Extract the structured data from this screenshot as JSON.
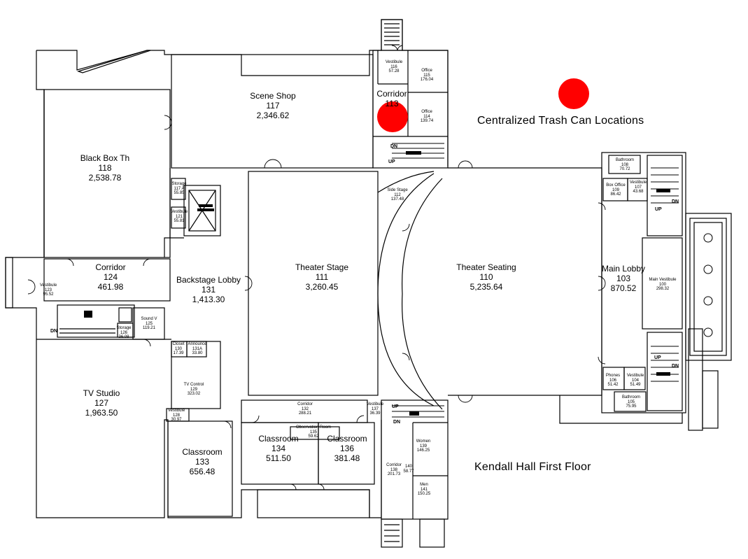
{
  "legend": {
    "title": "Centralized Trash Can Locations",
    "color": "#ff0000"
  },
  "floor_title": "Kendall Hall First Floor",
  "rooms": {
    "black_box": {
      "name": "Black Box Th",
      "number": "118",
      "area": "2,538.78"
    },
    "scene_shop": {
      "name": "Scene Shop",
      "number": "117",
      "area": "2,346.62"
    },
    "corridor_113": {
      "name": "Corridor",
      "number": "113"
    },
    "corridor_124": {
      "name": "Corridor",
      "number": "124",
      "area": "461.98"
    },
    "backstage_lobby": {
      "name": "Backstage Lobby",
      "number": "131",
      "area": "1,413.30"
    },
    "theater_stage": {
      "name": "Theater Stage",
      "number": "111",
      "area": "3,260.45"
    },
    "theater_seating": {
      "name": "Theater Seating",
      "number": "110",
      "area": "5,235.64"
    },
    "main_lobby": {
      "name": "Main Lobby",
      "number": "103",
      "area": "870.52"
    },
    "tv_studio": {
      "name": "TV Studio",
      "number": "127",
      "area": "1,963.50"
    },
    "classroom_133": {
      "name": "Classroom",
      "number": "133",
      "area": "656.48"
    },
    "classroom_134": {
      "name": "Classroom",
      "number": "134",
      "area": "511.50"
    },
    "classroom_136": {
      "name": "Classroom",
      "number": "136",
      "area": "381.48"
    }
  },
  "small_rooms": {
    "vestibule_116": {
      "name": "Vestibule",
      "number": "116",
      "area": "57.28"
    },
    "office_115": {
      "name": "Office",
      "number": "115",
      "area": "176.04"
    },
    "office_114": {
      "name": "Office",
      "number": "114",
      "area": "139.74"
    },
    "storage_117a": {
      "name": "Storage",
      "number": "117 A",
      "area": "55.85"
    },
    "vestibule_121": {
      "name": "Vestibule",
      "number": "121",
      "area": "55.81"
    },
    "side_stage_112": {
      "name": "Side Stage",
      "number": "112",
      "area": "137.48"
    },
    "bathroom_108": {
      "name": "Bathroom",
      "number": "108",
      "area": "70.72"
    },
    "box_office_109": {
      "name": "Box Office",
      "number": "109",
      "area": "86.42"
    },
    "vestibule_107": {
      "name": "Vestibule",
      "number": "107",
      "area": "43.68"
    },
    "main_vestibule_100": {
      "name": "Main Vestibule",
      "number": "100",
      "area": "298.32"
    },
    "vestibule_123": {
      "name": "Vestibule",
      "number": "123",
      "area": "95.52"
    },
    "storage_126": {
      "name": "Storage",
      "number": "126",
      "area": "36.08"
    },
    "sound_125": {
      "name": "Sound V",
      "number": "125",
      "area": "119.21"
    },
    "closet_130": {
      "name": "Closet",
      "number": "130",
      "area": "17.39"
    },
    "announce_131a": {
      "name": "Announce",
      "number": "131A",
      "area": "33.80"
    },
    "tv_control_129": {
      "name": "TV Control",
      "number": "129",
      "area": "323.02"
    },
    "vestibule_128": {
      "name": "Vestibule",
      "number": "128",
      "area": "30.97"
    },
    "phones_106": {
      "name": "Phones",
      "number": "106",
      "area": "51.42"
    },
    "vestibule_104": {
      "name": "Vestibule",
      "number": "104",
      "area": "51.49"
    },
    "bathroom_105": {
      "name": "Bathroom",
      "number": "105",
      "area": "75.95"
    },
    "corridor_132": {
      "name": "Corridor",
      "number": "132",
      "area": "288.21"
    },
    "observation_135": {
      "name": "Observation Room",
      "number": "135",
      "area": "59.62"
    },
    "vestibule_137": {
      "name": "Vestibule",
      "number": "137",
      "area": "36.39"
    },
    "women_139": {
      "name": "Women",
      "number": "139",
      "area": "146.25"
    },
    "corridor_138": {
      "name": "Corridor",
      "number": "138",
      "area": "201.73"
    },
    "room_140": {
      "name": "",
      "number": "140",
      "area": "58.77"
    },
    "men_141": {
      "name": "Men",
      "number": "141",
      "area": "150.25"
    }
  },
  "stair_labels": {
    "dn": "DN",
    "up": "UP"
  },
  "trash_locations": [
    "legend-marker",
    "corridor-113"
  ]
}
